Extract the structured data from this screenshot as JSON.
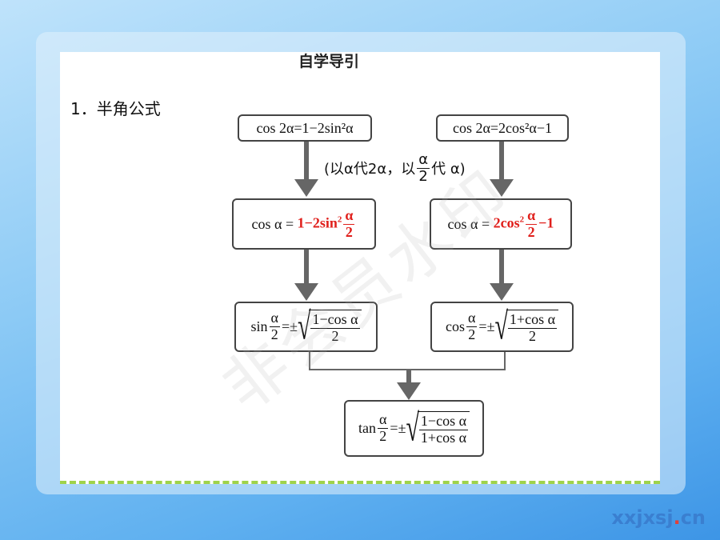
{
  "heading": "自学导引",
  "section": "1．半角公式",
  "note": {
    "prefix": "(以α代2α，以",
    "frac_n": "α",
    "frac_d": "2",
    "suffix": "代 α)"
  },
  "box1": "cos 2α=1−2sin²α",
  "box2": "cos 2α=2cos²α−1",
  "box3": {
    "lhs": "cos α =",
    "rhs_pre": "1−2sin",
    "sup": "2",
    "n": "α",
    "d": "2"
  },
  "box4": {
    "lhs": "cos α =",
    "rhs_pre": "2cos",
    "sup": "2",
    "n": "α",
    "d": "2",
    "rhs_post": "−1"
  },
  "box5": {
    "fn": "sin",
    "n": "α",
    "d": "2",
    "eq": "=±",
    "rn": "1−cos α",
    "rd": "2"
  },
  "box6": {
    "fn": "cos",
    "n": "α",
    "d": "2",
    "eq": "=±",
    "rn": "1+cos α",
    "rd": "2"
  },
  "box7": {
    "fn": "tan",
    "n": "α",
    "d": "2",
    "eq": "=±",
    "rn": "1−cos α",
    "rd": "1+cos α"
  },
  "watermark": "非会员水印",
  "site": {
    "a": "xxjxsj",
    "dot": ".",
    "b": "cn"
  }
}
